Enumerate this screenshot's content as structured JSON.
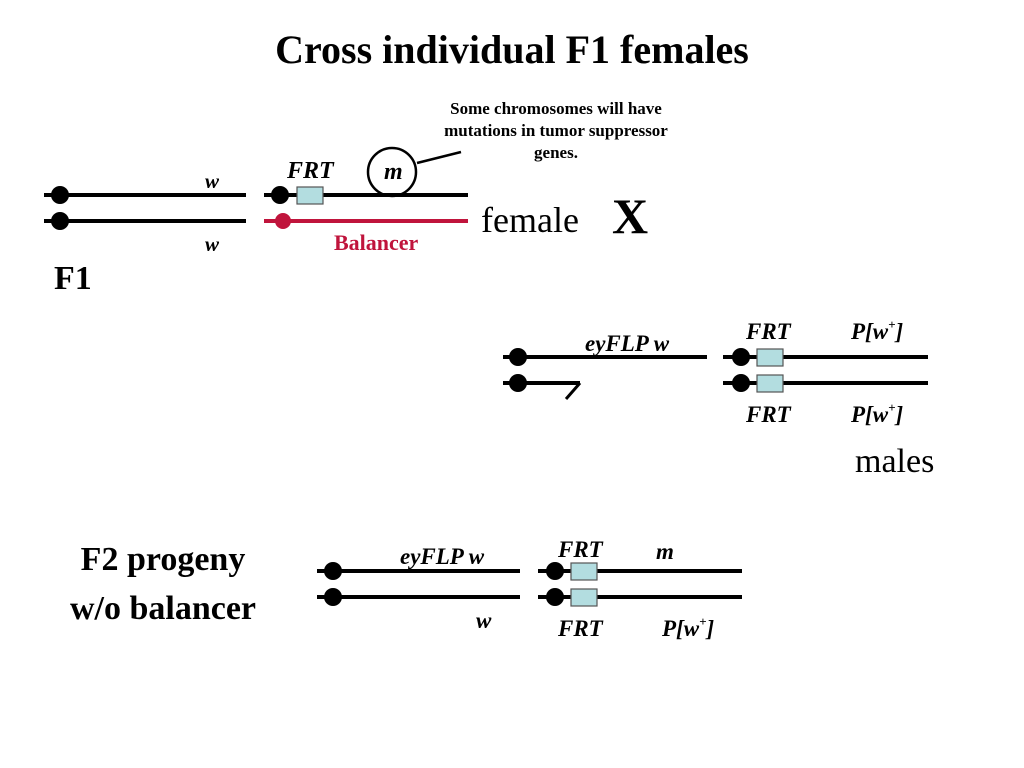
{
  "title": "Cross individual F1 females",
  "note": "Some chromosomes will have mutations in tumor suppressor genes.",
  "cross_symbol": "X",
  "f1": {
    "label": "F1",
    "chrom1_top": "w",
    "chrom1_bottom": "w",
    "frt": "FRT",
    "mutation": "m",
    "balancer": "Balancer",
    "sex": "female"
  },
  "males": {
    "eyflp": "eyFLP w",
    "frt_top": "FRT",
    "frt_bottom": "FRT",
    "pw_base": "P[w",
    "pw_sup": "+",
    "pw_close": "]",
    "sex": "males"
  },
  "f2": {
    "label_line1": "F2 progeny",
    "label_line2": "w/o balancer",
    "eyflp": "eyFLP w",
    "w": "w",
    "frt_top": "FRT",
    "mutation": "m",
    "frt_bottom": "FRT",
    "pw_base": "P[w",
    "pw_sup": "+",
    "pw_close": "]"
  },
  "colors": {
    "chromosome": "#000000",
    "balancer": "#c0143c",
    "frt_box": "#b3dde0"
  }
}
